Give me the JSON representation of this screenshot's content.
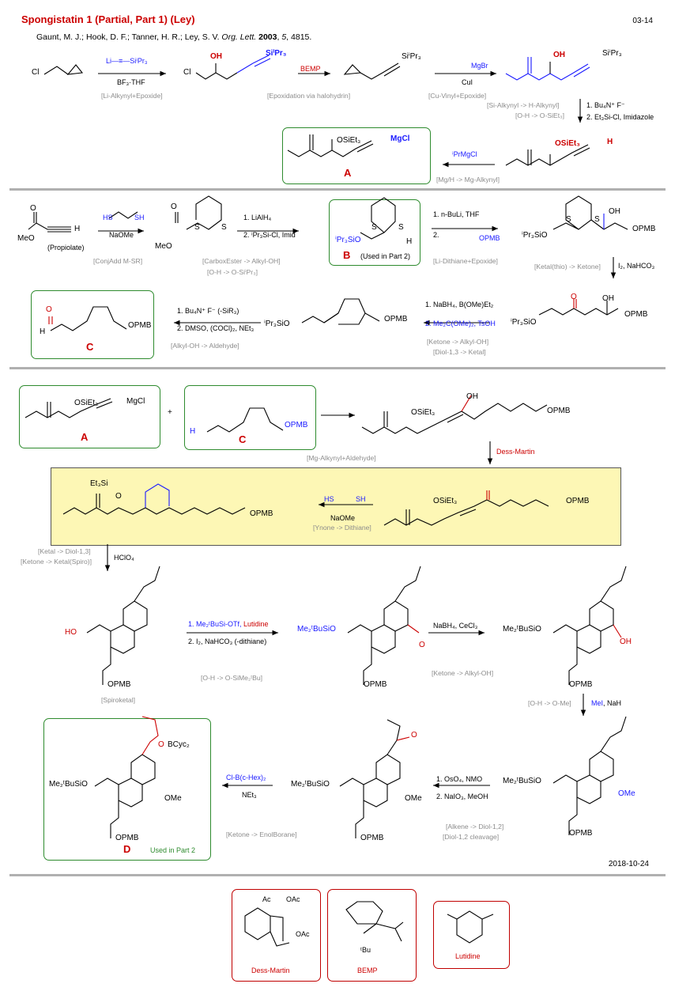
{
  "header": {
    "title": "Spongistatin 1 (Partial, Part 1) (Ley)",
    "authors": "Gaunt, M. J.;  Hook, D. F.; Tanner, H. R.; Ley, S. V.",
    "journal": "Org. Lett.",
    "year": "2003",
    "volume": "5",
    "pages": "4815.",
    "code": "03-14",
    "date": "2018-10-24"
  },
  "section1": {
    "sm_label": "Cl",
    "reagent1_top": "Li—≡—SiⁱPr₃",
    "reagent1_bottom": "BF₃·THF",
    "step1_type": "[Li-Alkynyl+Epoxide]",
    "p1_oh": "OH",
    "p1_cl": "Cl",
    "p1_si": "SiⁱPr₃",
    "reagent2": "BEMP",
    "step2_type": "[Epoxidation via halohydrin]",
    "p2_si": "SiⁱPr₃",
    "reagent3_top": "MgBr",
    "reagent3_bottom": "CuI",
    "step3_type": "[Cu-Vinyl+Epoxide]",
    "p3_oh": "OH",
    "p3_si": "SiⁱPr₃",
    "step4_types": [
      "[Si-Alkynyl -> H-Alkynyl]",
      "[O-H -> O-SiEt₃]"
    ],
    "step4_reagents": [
      "1. Bu₄N⁺ F⁻",
      "2. Et₃Si-Cl, Imidazole"
    ],
    "p4_osi": "OSiEt₃",
    "p4_h": "H",
    "reagent5": "ⁱPrMgCl",
    "step5_type": "[Mg/H -> Mg-Alkynyl]",
    "A_osi": "OSiEt₃",
    "A_mg": "MgCl",
    "A_label": "A"
  },
  "section2": {
    "sm_ome": "MeO",
    "sm_o": "O",
    "sm_h": "H",
    "sm_name": "(Propiolate)",
    "thiol_hs1": "HS",
    "thiol_hs2": "SH",
    "reagent1": "NaOMe",
    "step1_type": "[ConjAdd M-SR]",
    "p1_meo": "MeO",
    "p1_o": "O",
    "s_label": "S",
    "reagent2": [
      "1. LiAlH₄",
      "2. ⁱPr₃Si-Cl, Imid"
    ],
    "step2_types": [
      "[CarboxEster -> Alkyl-OH]",
      "[O-H -> O-SiⁱPr₃]"
    ],
    "B_si": "ⁱPr₃SiO",
    "B_h": "H",
    "B_label": "B",
    "B_note": "(Used in Part 2)",
    "reagent3": [
      "1. n-BuLi, THF",
      "2."
    ],
    "reagent3_opmb": "OPMB",
    "step3_type": "[Li-Dithiane+Epoxide]",
    "p3_si": "ⁱPr₃SiO",
    "p3_oh": "OH",
    "p3_opmb": "OPMB",
    "step4_type": "[Ketal(thio) -> Ketone]",
    "reagent4": "I₂, NaHCO₃",
    "p4_si": "ⁱPr₃SiO",
    "p4_o": "O",
    "p4_oh": "OH",
    "p4_opmb": "OPMB",
    "reagent5": [
      "1. NaBH₄, B(OMe)Et₂",
      "2. Me₂C(OMe)₂, TsOH"
    ],
    "step5_types": [
      "[Ketone -> Alkyl-OH]",
      "[Diol-1,3 -> Ketal]"
    ],
    "p5_si": "ⁱPr₃SiO",
    "p5_opmb": "OPMB",
    "reagent6": [
      "1. Bu₄N⁺ F⁻ (-SiR₃)",
      "2. DMSO, (COCl)₂, NEt₃"
    ],
    "step6_type": "[Alkyl-OH -> Aldehyde]",
    "C_h": "H",
    "C_o": "O",
    "C_opmb": "OPMB",
    "C_label": "C"
  },
  "section3": {
    "A_osi": "OSiEt₃",
    "A_mg": "MgCl",
    "A_label": "A",
    "plus": "+",
    "C_h": "H",
    "C_opmb": "OPMB",
    "C_label": "C",
    "step1_type": "[Mg-Alkynyl+Aldehyde]",
    "p1_oh": "OH",
    "p1_osi": "OSiEt₃",
    "p1_opmb": "OPMB",
    "reagent2": "Dess-Martin",
    "yb_left_si": "Et₃Si",
    "yb_left_o": "O",
    "yb_opmb": "OPMB",
    "yb_hs": "HS",
    "yb_sh": "SH",
    "yb_reagent": "NaOMe",
    "yb_type": "[Ynone -> Dithiane]",
    "yb_right_osi": "OSiEt₃",
    "yb_right_opmb": "OPMB",
    "step4_types": [
      "[Ketal -> Diol-1,3]",
      "[Ketone -> Ketal(Spiro)]"
    ],
    "reagent4": "HClO₄",
    "sp1_ho": "HO",
    "sp1_opmb": "OPMB",
    "sp1_name": "[Spiroketal]",
    "reagent5": [
      "1. Me₂ᵗBuSi-OTf,",
      "Lutidine",
      "2. I₂, NaHCO₃ (-dithiane)"
    ],
    "step5_type": "[O-H -> O-SiMe₂ᵗBu]",
    "sp2_si": "Me₂ᵗBuSiO",
    "sp2_o": "O",
    "sp2_opmb": "OPMB",
    "reagent6": "NaBH₄, CeCl₃",
    "step6_type": "[Ketone -> Alkyl-OH]",
    "sp3_si": "Me₂ᵗBuSiO",
    "sp3_oh": "OH",
    "sp3_opmb": "OPMB",
    "step7_type": "[O-H -> O-Me]",
    "reagent7": [
      "MeI",
      ", NaH"
    ],
    "sp4_si": "Me₂ᵗBuSiO",
    "sp4_ome": "OMe",
    "sp4_opmb": "OPMB",
    "reagent8": [
      "1. OsO₄, NMO",
      "2. NaIO₃, MeOH"
    ],
    "step8_types": [
      "[Alkene -> Diol-1,2]",
      "[Diol-1,2 cleavage]"
    ],
    "sp5_si": "Me₂ᵗBuSiO",
    "sp5_ome": "OMe",
    "sp5_opmb": "OPMB",
    "sp5_o": "O",
    "reagent9": [
      "Cl-B(c-Hex)₂",
      "NEt₃"
    ],
    "step9_type": "[Ketone -> EnolBorane]",
    "D_si": "Me₂ᵗBuSiO",
    "D_ob": "O",
    "D_bcy": "BCyc₂",
    "D_ome": "OMe",
    "D_opmb": "OPMB",
    "D_label": "D",
    "D_note": "Used in Part 2"
  },
  "reagents_box": {
    "dm_label": "Dess-Martin",
    "dm_oac1": "OAc",
    "dm_ac": "Ac",
    "dm_oac2": "OAc",
    "bemp_label": "BEMP",
    "bemp_tbu": "ᵗBu",
    "lut_label": "Lutidine"
  }
}
